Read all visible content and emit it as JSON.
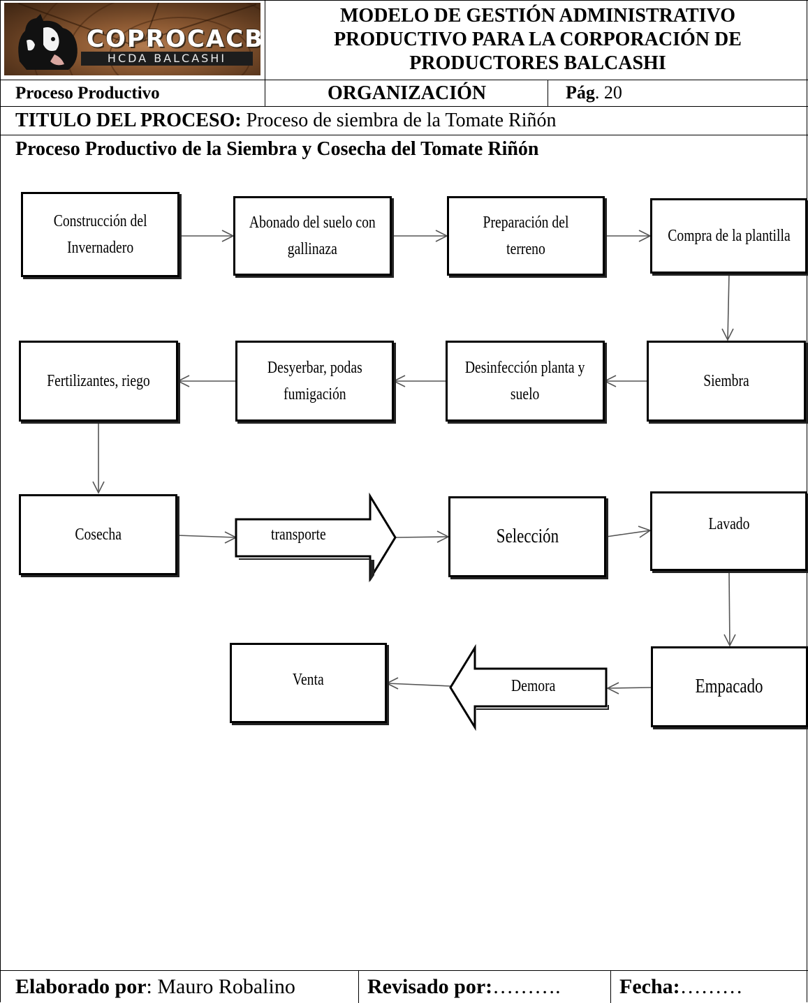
{
  "header": {
    "logo_text": "COPROCACB",
    "logo_subtext": "HCDA BALCASHI",
    "title_lines": [
      "MODELO DE GESTIÓN ADMINISTRATIVO",
      "PRODUCTIVO PARA LA CORPORACIÓN DE",
      "PRODUCTORES BALCASHI"
    ],
    "process_type": "Proceso Productivo",
    "section": "ORGANIZACIÓN",
    "page_label": "Pág",
    "page_number": ". 20"
  },
  "process": {
    "title_label": "TITULO DEL PROCESO:",
    "title_value": " Proceso de siembra de la Tomate Riñón",
    "subtitle": "Proceso Productivo de la Siembra y Cosecha del Tomate Riñón"
  },
  "flow": {
    "construccion": [
      "Construcción del",
      "Invernadero"
    ],
    "abonado": [
      "Abonado  del suelo con",
      "gallinaza"
    ],
    "preparacion": [
      "Preparación del terreno"
    ],
    "compra": [
      "Compra de la plantilla"
    ],
    "siembra": [
      "Siembra"
    ],
    "desinfeccion": [
      "Desinfección planta  y",
      "suelo"
    ],
    "desyerbar": [
      "Desyerbar, podas",
      "fumigación"
    ],
    "fertilizantes": [
      "Fertilizantes,  riego"
    ],
    "cosecha": [
      "Cosecha"
    ],
    "transporte": "transporte",
    "seleccion": [
      "Selección"
    ],
    "lavado": [
      "Lavado"
    ],
    "empacado": [
      "Empacado"
    ],
    "demora": "Demora",
    "venta": [
      "Venta"
    ]
  },
  "footer": {
    "elaborado_label": "Elaborado por",
    "elaborado_value": ": Mauro Robalino",
    "revisado_label": "Revisado por:",
    "revisado_value": "……….",
    "fecha_label": "Fecha:",
    "fecha_value": "………"
  }
}
